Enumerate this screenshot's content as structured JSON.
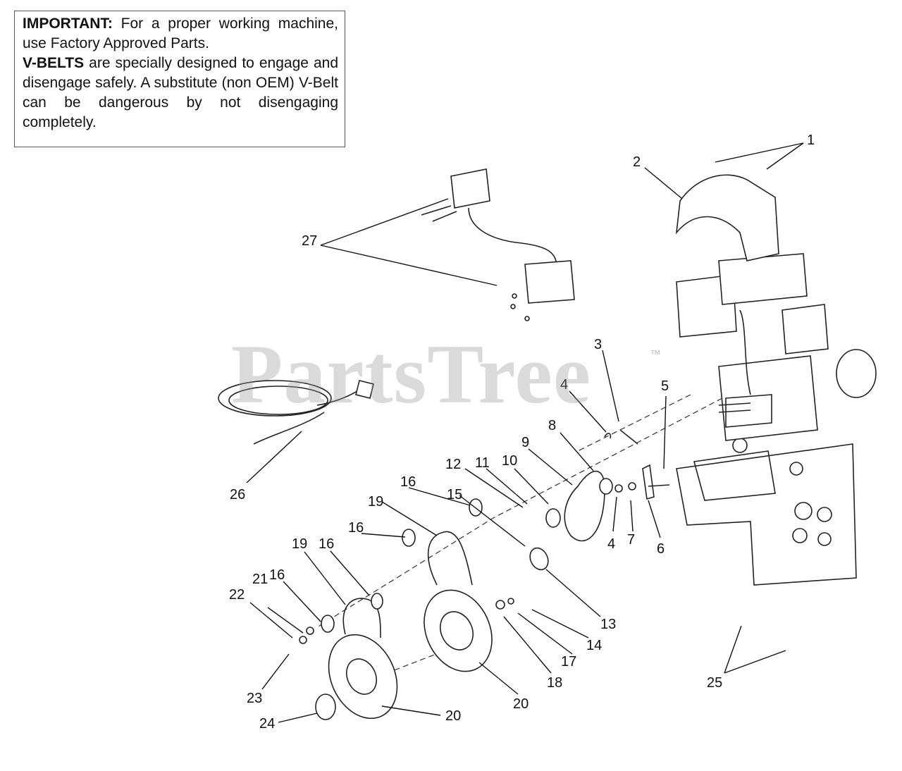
{
  "notice": {
    "important_label": "IMPORTANT:",
    "important_text": " For a proper working machine, use Factory Approved Parts.",
    "vbelts_label": "V-BELTS",
    "vbelts_text": " are specially designed to engage and disengage safely. A substitute (non OEM) V-Belt can be dangerous by not disengaging completely."
  },
  "watermark": {
    "text": "PartsTree",
    "tm": "™"
  },
  "callouts": [
    "1",
    "2",
    "3",
    "4",
    "5",
    "8",
    "9",
    "12",
    "11",
    "10",
    "27",
    "26",
    "16",
    "15",
    "19",
    "16",
    "16",
    "19",
    "16",
    "21",
    "22",
    "4",
    "7",
    "6",
    "13",
    "14",
    "17",
    "18",
    "20",
    "20",
    "23",
    "24",
    "25"
  ]
}
